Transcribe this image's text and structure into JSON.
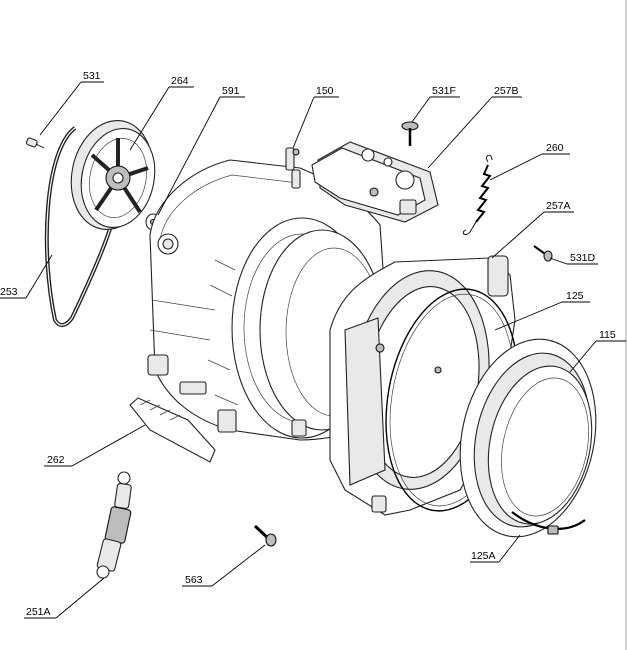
{
  "labels": {
    "p531": "531",
    "p264": "264",
    "p591": "591",
    "p150": "150",
    "p531F": "531F",
    "p257B": "257B",
    "p260": "260",
    "p257A": "257A",
    "p531D": "531D",
    "p253": "253",
    "p125": "125",
    "p115": "115",
    "p262": "262",
    "p125A": "125A",
    "p563": "563",
    "p251A": "251A"
  }
}
